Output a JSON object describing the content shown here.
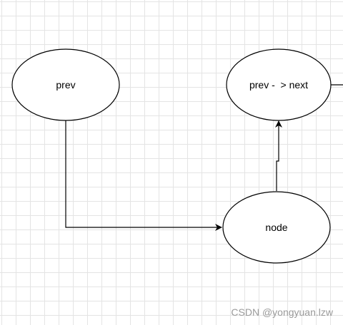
{
  "nodes": {
    "prev": {
      "label": "prev"
    },
    "prev_next": {
      "label": "prev -  > next"
    },
    "node": {
      "label": "node"
    }
  },
  "watermark": "CSDN @yongyuan.lzw",
  "colors": {
    "stroke": "#000000",
    "fill": "#ffffff",
    "grid": "#e4e4e4",
    "watermark": "#9a9a9a"
  }
}
